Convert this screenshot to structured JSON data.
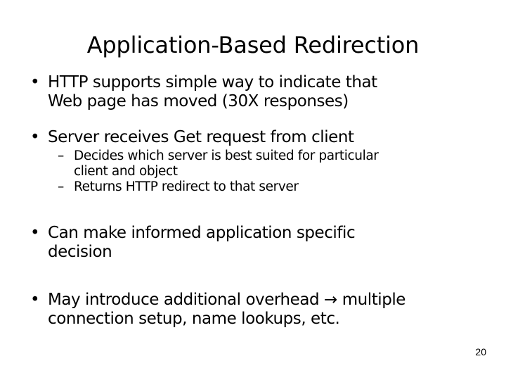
{
  "slide": {
    "title": "Application-Based Redirection",
    "background_color": "#ffffff",
    "text_color": "#000000",
    "page_number": "20",
    "bullet_marker_l1": "•",
    "bullet_marker_l2": "–",
    "content": [
      {
        "level": 1,
        "marker": "•",
        "lines": [
          "HTTP supports simple way to indicate that",
          "Web page has moved (30X responses)"
        ],
        "text": "HTTP supports simple way to indicate that Web page has moved (30X responses)"
      },
      {
        "level": 1,
        "marker": "•",
        "lines": [
          "Server receives Get request from client"
        ],
        "text": "Server receives Get request from client"
      },
      {
        "level": 2,
        "marker": "–",
        "lines": [
          "Decides which server is best suited for particular",
          "client and object"
        ],
        "text": "Decides which server is best suited for particular client and object"
      },
      {
        "level": 2,
        "marker": "–",
        "lines": [
          "Returns HTTP redirect to that server"
        ],
        "text": "Returns HTTP redirect to that server"
      },
      {
        "level": 1,
        "marker": "•",
        "lines": [
          "Can make informed application specific",
          "decision"
        ],
        "text": "Can make informed application specific decision"
      },
      {
        "level": 1,
        "marker": "•",
        "lines": [
          "May introduce additional overhead → multiple",
          "connection setup, name lookups, etc."
        ],
        "text": "May introduce additional overhead → multiple connection setup, name lookups, etc."
      }
    ]
  }
}
